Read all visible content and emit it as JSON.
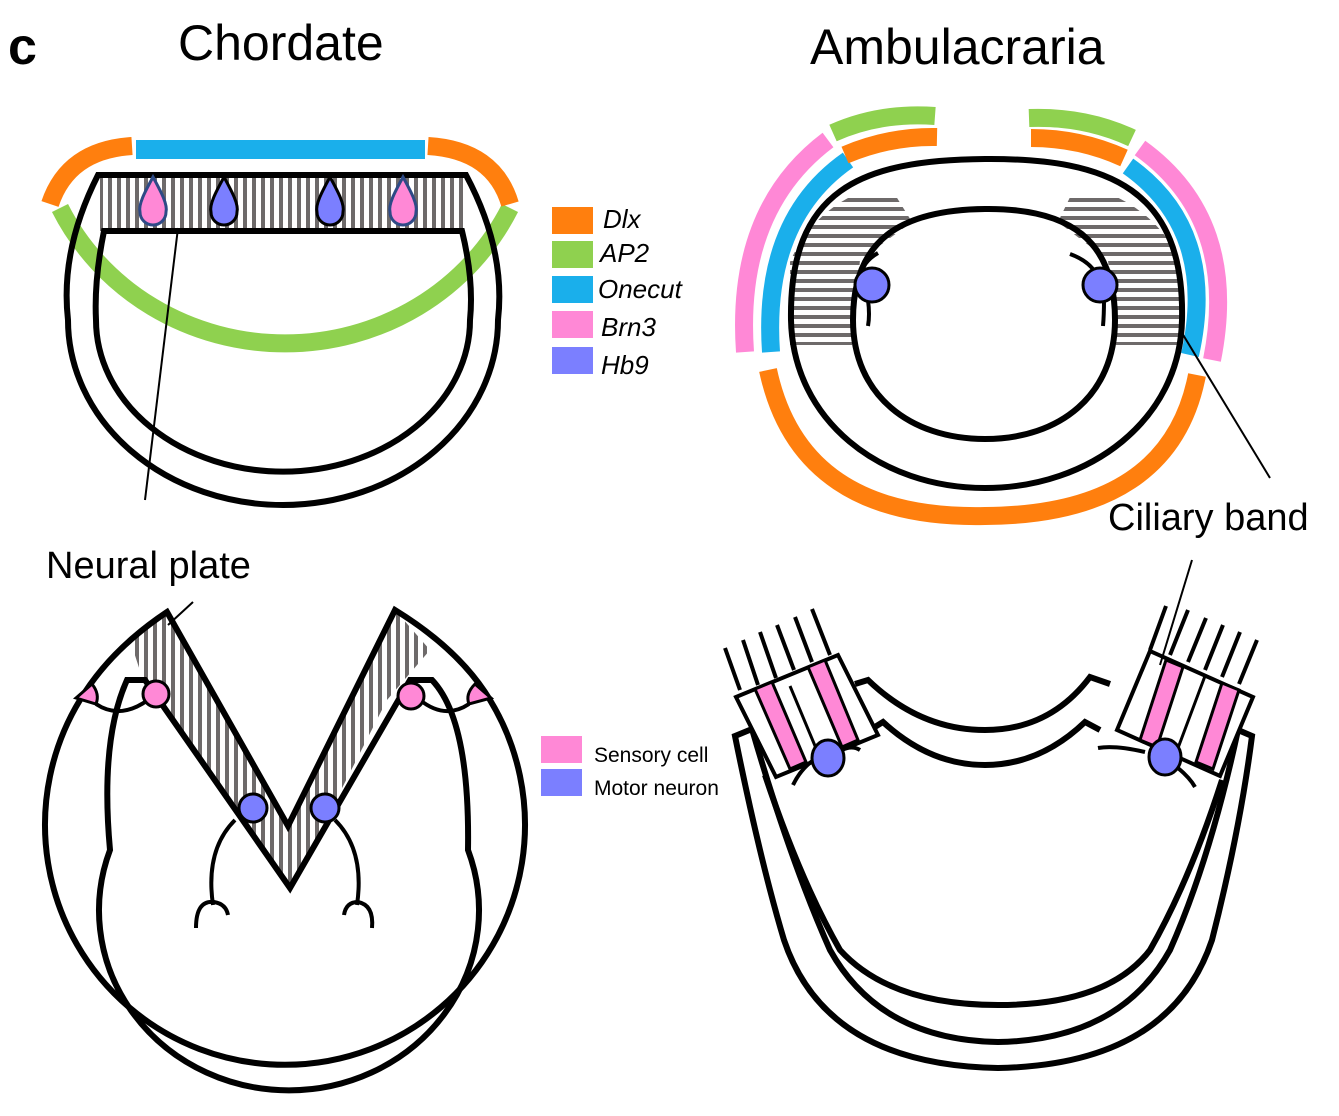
{
  "panel_letter": "c",
  "titles": {
    "chordate": "Chordate",
    "ambulacraria": "Ambulacraria"
  },
  "labels": {
    "neural_plate": "Neural plate",
    "ciliary_band": "Ciliary band"
  },
  "colors": {
    "dlx": "#FF7F0E",
    "ap2": "#8FD14F",
    "onecut": "#1AAFEB",
    "brn3": "#FF88D6",
    "hb9": "#7B7FFF",
    "hatch": "#6e6a6a",
    "outline": "#000000"
  },
  "gene_legend": [
    {
      "name": "Dlx",
      "color_key": "dlx"
    },
    {
      "name": "AP2",
      "color_key": "ap2"
    },
    {
      "name": "Onecut",
      "color_key": "onecut"
    },
    {
      "name": "Brn3",
      "color_key": "brn3"
    },
    {
      "name": "Hb9",
      "color_key": "hb9"
    }
  ],
  "cell_legend": [
    {
      "name": "Sensory cell",
      "color_key": "brn3"
    },
    {
      "name": "Motor neuron",
      "color_key": "hb9"
    }
  ]
}
